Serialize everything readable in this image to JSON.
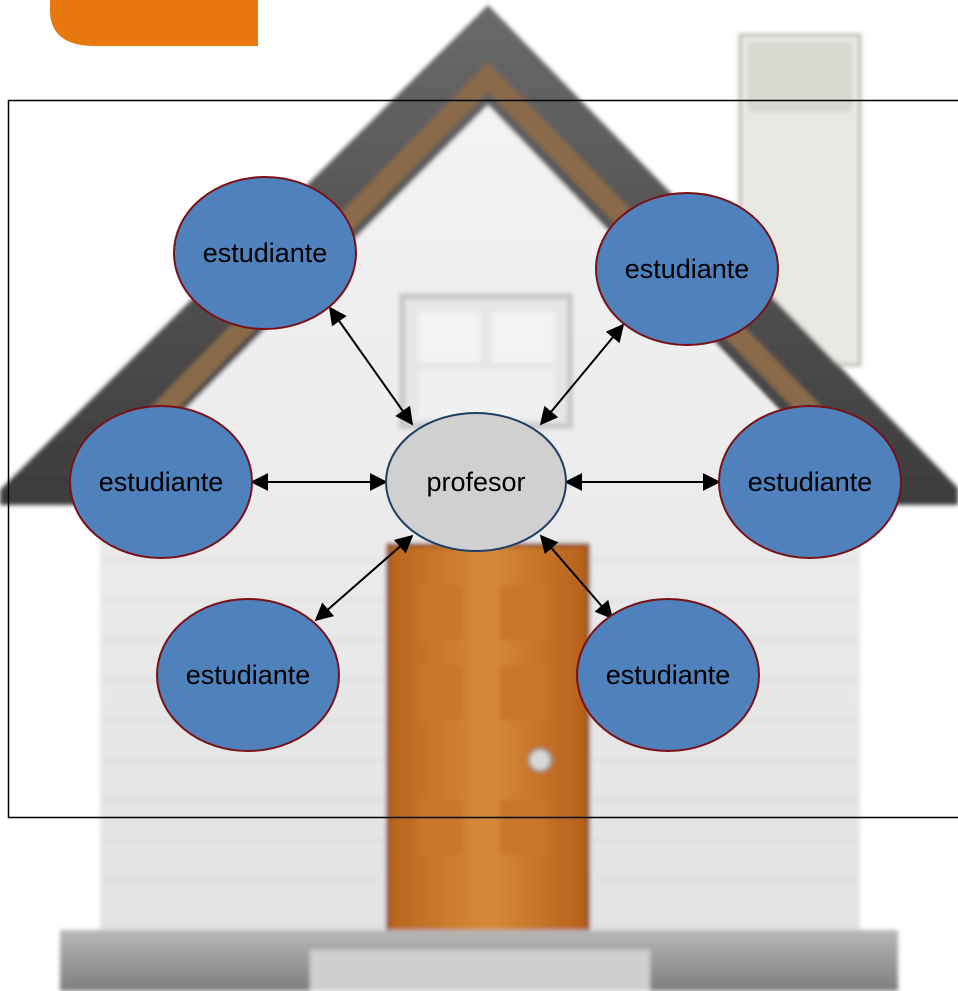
{
  "colors": {
    "accent_tab": "#e8770e",
    "student_fill": "#4f81bd",
    "student_stroke": "#7b1116",
    "teacher_fill": "#d0d0d0",
    "teacher_stroke": "#1f3f66",
    "arrow": "#000000",
    "frame": "#000000"
  },
  "background": {
    "image": "house-icon",
    "parts": [
      "roof",
      "chimney",
      "window",
      "door",
      "door-knob",
      "porch-step"
    ]
  },
  "diagram": {
    "center": {
      "id": "profesor",
      "label": "profesor"
    },
    "nodes": [
      {
        "id": "student-top-left",
        "label": "estudiante"
      },
      {
        "id": "student-top-right",
        "label": "estudiante"
      },
      {
        "id": "student-mid-left",
        "label": "estudiante"
      },
      {
        "id": "student-mid-right",
        "label": "estudiante"
      },
      {
        "id": "student-bottom-left",
        "label": "estudiante"
      },
      {
        "id": "student-bottom-right",
        "label": "estudiante"
      }
    ],
    "edges": [
      {
        "from": "profesor",
        "to": "student-top-left",
        "direction": "both"
      },
      {
        "from": "profesor",
        "to": "student-top-right",
        "direction": "both"
      },
      {
        "from": "profesor",
        "to": "student-mid-left",
        "direction": "both"
      },
      {
        "from": "profesor",
        "to": "student-mid-right",
        "direction": "both"
      },
      {
        "from": "profesor",
        "to": "student-bottom-left",
        "direction": "both"
      },
      {
        "from": "profesor",
        "to": "student-bottom-right",
        "direction": "both"
      }
    ]
  }
}
